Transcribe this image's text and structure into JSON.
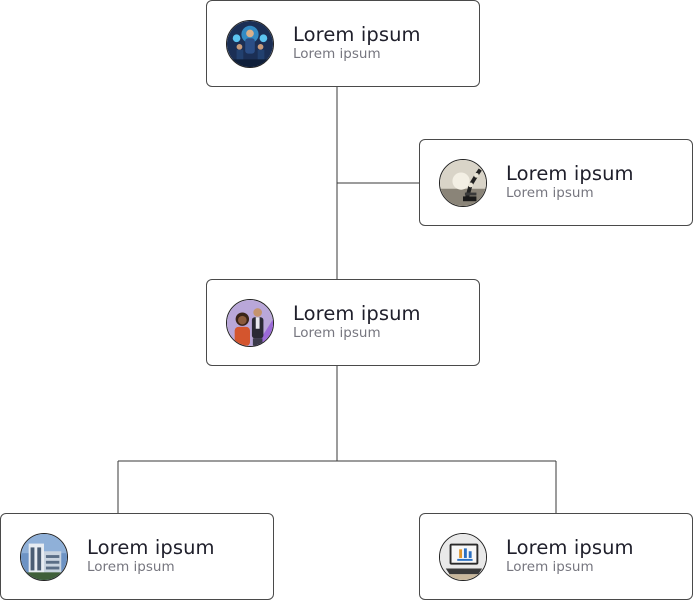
{
  "nodes": [
    {
      "id": "n1",
      "name": "Lorem ipsum",
      "subtitle": "Lorem ipsum",
      "avatar": "team-network-photo"
    },
    {
      "id": "n2",
      "name": "Lorem ipsum",
      "subtitle": "Lorem ipsum",
      "avatar": "robot-arm-photo"
    },
    {
      "id": "n3",
      "name": "Lorem ipsum",
      "subtitle": "Lorem ipsum",
      "avatar": "two-people-photo"
    },
    {
      "id": "n4",
      "name": "Lorem ipsum",
      "subtitle": "Lorem ipsum",
      "avatar": "building-photo"
    },
    {
      "id": "n5",
      "name": "Lorem ipsum",
      "subtitle": "Lorem ipsum",
      "avatar": "laptop-photo"
    }
  ],
  "edges": [
    [
      "n1",
      "n2"
    ],
    [
      "n1",
      "n3"
    ],
    [
      "n3",
      "n4"
    ],
    [
      "n3",
      "n5"
    ]
  ],
  "colors": {
    "border": "#4a4a4a",
    "connector": "#3a3a3a",
    "title": "#1f1f2b",
    "subtitle": "#76767f"
  }
}
